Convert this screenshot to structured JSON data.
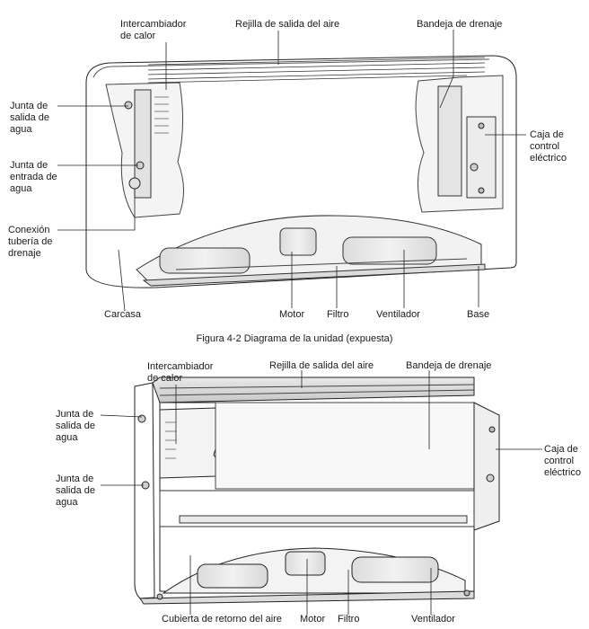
{
  "figure1": {
    "caption": "Figura 4-2 Diagrama de la unidad (expuesta)",
    "labels": {
      "heat_exchanger": [
        "Intercambiador",
        "de calor"
      ],
      "air_outlet_grille": "Rejilla de salida del aire",
      "drain_tray": "Bandeja de drenaje",
      "water_outlet_joint": [
        "Junta de",
        "salida de",
        "agua"
      ],
      "water_inlet_joint": [
        "Junta de",
        "entrada de",
        "agua"
      ],
      "drain_pipe_connection": [
        "Conexión",
        "tubería de",
        "drenaje"
      ],
      "electric_control_box": [
        "Caja de",
        "control",
        "eléctrico"
      ],
      "casing": "Carcasa",
      "motor": "Motor",
      "filter": "Filtro",
      "fan": "Ventilador",
      "base": "Base"
    }
  },
  "figure2": {
    "labels": {
      "heat_exchanger": [
        "Intercambiador",
        "de calor"
      ],
      "air_outlet_grille": "Rejilla de salida del aire",
      "drain_tray": "Bandeja de drenaje",
      "water_outlet_joint_1": [
        "Junta de",
        "salida de",
        "agua"
      ],
      "water_outlet_joint_2": [
        "Junta de",
        "salida de",
        "agua"
      ],
      "electric_control_box": [
        "Caja de",
        "control",
        "eléctrico"
      ],
      "return_air_cover": "Cubierta de retorno del aire",
      "motor": "Motor",
      "filter": "Filtro",
      "fan": "Ventilador"
    }
  }
}
